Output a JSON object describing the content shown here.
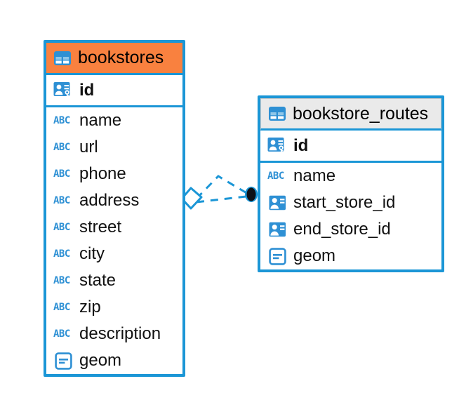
{
  "canvas": {
    "background": "#ffffff",
    "accent_blue": "#1b96d6",
    "selected_header_orange": "#f9813f",
    "unselected_header_gray": "#eaeaea",
    "icon_blue": "#2e90d4"
  },
  "entities": [
    {
      "name": "bookstores",
      "state": "selected",
      "table_icon": "table-grid-icon",
      "fields": [
        {
          "label": "id",
          "icon": "primary-key-icon",
          "kind": "primary-key"
        },
        {
          "label": "name",
          "icon": "abc-text-icon",
          "kind": "text"
        },
        {
          "label": "url",
          "icon": "abc-text-icon",
          "kind": "text"
        },
        {
          "label": "phone",
          "icon": "abc-text-icon",
          "kind": "text"
        },
        {
          "label": "address",
          "icon": "abc-text-icon",
          "kind": "text"
        },
        {
          "label": "street",
          "icon": "abc-text-icon",
          "kind": "text"
        },
        {
          "label": "city",
          "icon": "abc-text-icon",
          "kind": "text"
        },
        {
          "label": "state",
          "icon": "abc-text-icon",
          "kind": "text"
        },
        {
          "label": "zip",
          "icon": "abc-text-icon",
          "kind": "text"
        },
        {
          "label": "description",
          "icon": "abc-text-icon",
          "kind": "text"
        },
        {
          "label": "geom",
          "icon": "geometry-icon",
          "kind": "geometry"
        }
      ]
    },
    {
      "name": "bookstore_routes",
      "state": "unselected",
      "table_icon": "table-grid-icon",
      "fields": [
        {
          "label": "id",
          "icon": "primary-key-icon",
          "kind": "primary-key"
        },
        {
          "label": "name",
          "icon": "abc-text-icon",
          "kind": "text"
        },
        {
          "label": "start_store_id",
          "icon": "foreign-key-icon",
          "kind": "foreign-key"
        },
        {
          "label": "end_store_id",
          "icon": "foreign-key-icon",
          "kind": "foreign-key"
        },
        {
          "label": "geom",
          "icon": "geometry-icon",
          "kind": "geometry"
        }
      ]
    }
  ],
  "relationship": {
    "style": "dashed",
    "color": "#1b96d6",
    "source_marker": "diamond-marker",
    "target_marker": "filled-circle-marker"
  },
  "abc_icon_text": "ABC"
}
